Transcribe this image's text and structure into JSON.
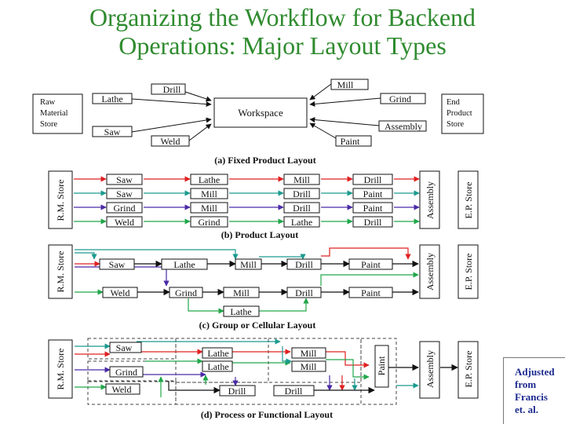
{
  "title": {
    "line1": "Organizing the Workflow for Backend",
    "line2": "Operations: Major Layout Types"
  },
  "colors": {
    "title": "#2f8b2f",
    "arrow_red": "#e02020",
    "arrow_green": "#22a64a",
    "arrow_teal": "#1c9a8f",
    "arrow_purple": "#4a2aa6",
    "note_text": "#1d2b8f"
  },
  "fixed": {
    "raw_store": [
      "Raw",
      "Material",
      "Store"
    ],
    "end_store": [
      "End",
      "Product",
      "Store"
    ],
    "workspace": "Workspace",
    "lathe": "Lathe",
    "drill": "Drill",
    "saw": "Saw",
    "weld": "Weld",
    "mill": "Mill",
    "grind": "Grind",
    "assembly": "Assembly",
    "paint": "Paint",
    "caption": "(a)  Fixed Product Layout"
  },
  "product": {
    "rm_store": "R.M. Store",
    "ep_store": "E.P. Store",
    "assembly": "Assembly",
    "rows": [
      [
        "Saw",
        "Lathe",
        "Mill",
        "Drill"
      ],
      [
        "Saw",
        "Mill",
        "Drill",
        "Paint"
      ],
      [
        "Grind",
        "Mill",
        "Drill",
        "Paint"
      ],
      [
        "Weld",
        "Grind",
        "Lathe",
        "Drill"
      ]
    ],
    "caption": "(b)  Product Layout"
  },
  "cellular": {
    "rm_store": "R.M. Store",
    "ep_store": "E.P. Store",
    "assembly": "Assembly",
    "top_row": [
      "Saw",
      "Lathe",
      "Mill",
      "Drill",
      "Paint"
    ],
    "bottom_row": [
      "Weld",
      "Grind",
      "Mill",
      "Drill",
      "Paint"
    ],
    "lathe_extra": "Lathe",
    "caption": "(c) Group or Cellular Layout"
  },
  "process": {
    "rm_store": "R.M. Store",
    "ep_store": "E.P. Store",
    "assembly": "Assembly",
    "paint": "Paint",
    "saw": "Saw",
    "grind": "Grind",
    "weld": "Weld",
    "lathe1": "Lathe",
    "lathe2": "Lathe",
    "mill1": "Mill",
    "mill2": "Mill",
    "drill1": "Drill",
    "drill2": "Drill",
    "caption": "(d) Process or Functional Layout"
  },
  "note": [
    "Adjusted",
    "from",
    "Francis",
    "et. al."
  ]
}
